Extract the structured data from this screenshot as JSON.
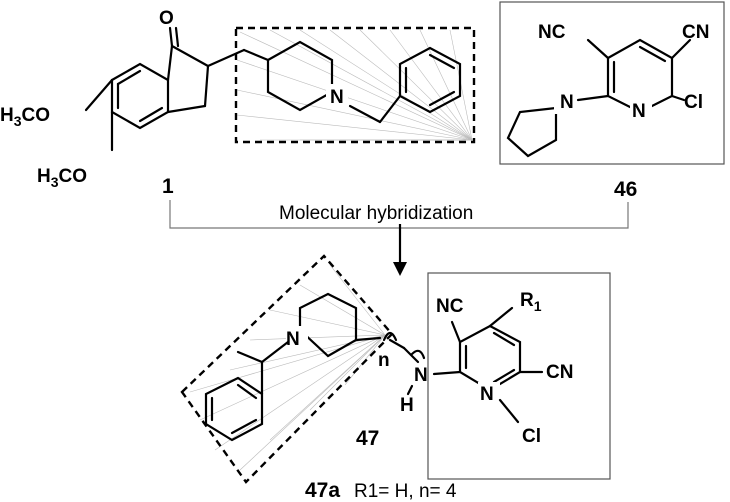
{
  "compounds": {
    "c1": {
      "number": "1",
      "carbonyl_o": "O",
      "methoxy_top": "H3CO",
      "methoxy_bottom": "H3CO",
      "piperidine_n": "N"
    },
    "c46": {
      "number": "46",
      "cn_left": "NC",
      "cn_right": "CN",
      "ring_n": "N",
      "pyrrolidine_n": "N",
      "cl": "Cl"
    },
    "c47": {
      "number": "47",
      "piperidine_n": "N",
      "chain_n": "n",
      "nh_n": "N",
      "nh_h": "H",
      "cn_left": "NC",
      "cn_right": "CN",
      "r1": "R1",
      "ring_n": "N",
      "cl": "Cl"
    }
  },
  "scheme": {
    "hybridization_label": "Molecular hybridization"
  },
  "example": {
    "name": "47a",
    "conditions": "R1= H, n= 4"
  }
}
